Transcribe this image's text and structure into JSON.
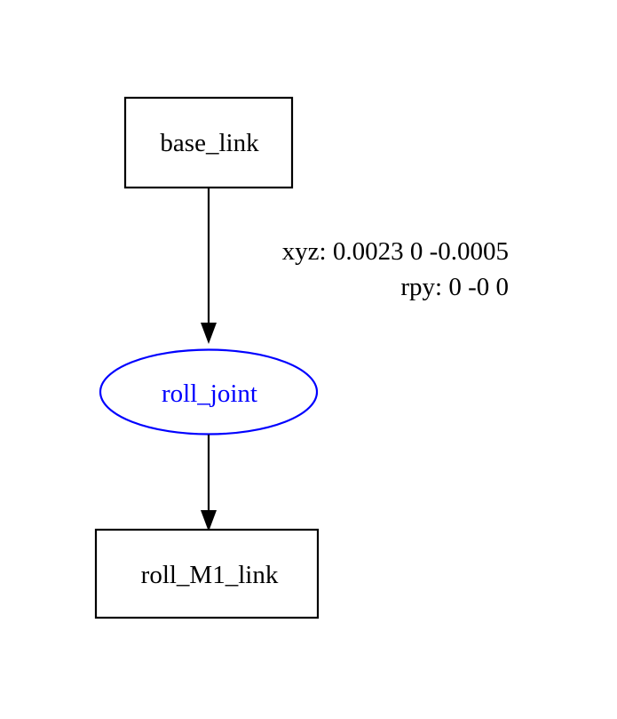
{
  "diagram": {
    "type": "urdf-kinematic-tree",
    "background_color": "#ffffff",
    "nodes": [
      {
        "id": "base_link",
        "label": "base_link",
        "shape": "box",
        "stroke_color": "#000000",
        "fill_color": "#ffffff",
        "text_color": "#000000"
      },
      {
        "id": "roll_joint",
        "label": "roll_joint",
        "shape": "ellipse",
        "stroke_color": "#0000ff",
        "fill_color": "#ffffff",
        "text_color": "#0000ff"
      },
      {
        "id": "roll_M1_link",
        "label": "roll_M1_link",
        "shape": "box",
        "stroke_color": "#000000",
        "fill_color": "#ffffff",
        "text_color": "#000000"
      }
    ],
    "edges": [
      {
        "from": "base_link",
        "to": "roll_joint",
        "color": "#000000",
        "label_lines": [
          "xyz: 0.0023 0 -0.0005",
          "rpy: 0 -0 0"
        ]
      },
      {
        "from": "roll_joint",
        "to": "roll_M1_link",
        "color": "#000000",
        "label_lines": []
      }
    ]
  }
}
